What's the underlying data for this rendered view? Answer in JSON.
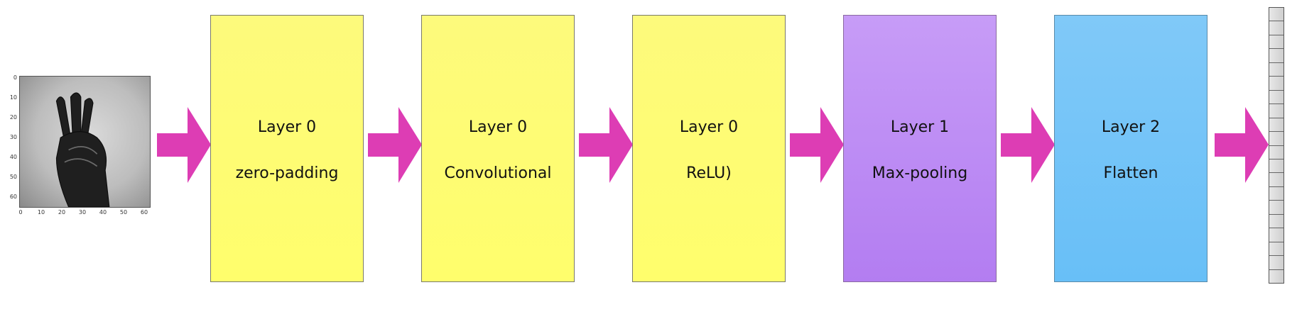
{
  "input_image": {
    "y_ticks": [
      "0",
      "10",
      "20",
      "30",
      "40",
      "50",
      "60"
    ],
    "x_ticks": [
      "0",
      "10",
      "20",
      "30",
      "40",
      "50",
      "60"
    ]
  },
  "layers": [
    {
      "title": "Layer 0",
      "subtitle": "zero-padding",
      "color": "#fdfb78"
    },
    {
      "title": "Layer 0",
      "subtitle": "Convolutional",
      "color": "#fdfb78"
    },
    {
      "title": "Layer 0",
      "subtitle": "ReLU)",
      "color": "#fdfb78"
    },
    {
      "title": "Layer 1",
      "subtitle": "Max-pooling",
      "color": "#bd8cf4"
    },
    {
      "title": "Layer 2",
      "subtitle": "Flatten",
      "color": "#74c4f7"
    }
  ],
  "arrow_color": "#dd3db4",
  "output_vector": {
    "cell_count": 20
  }
}
